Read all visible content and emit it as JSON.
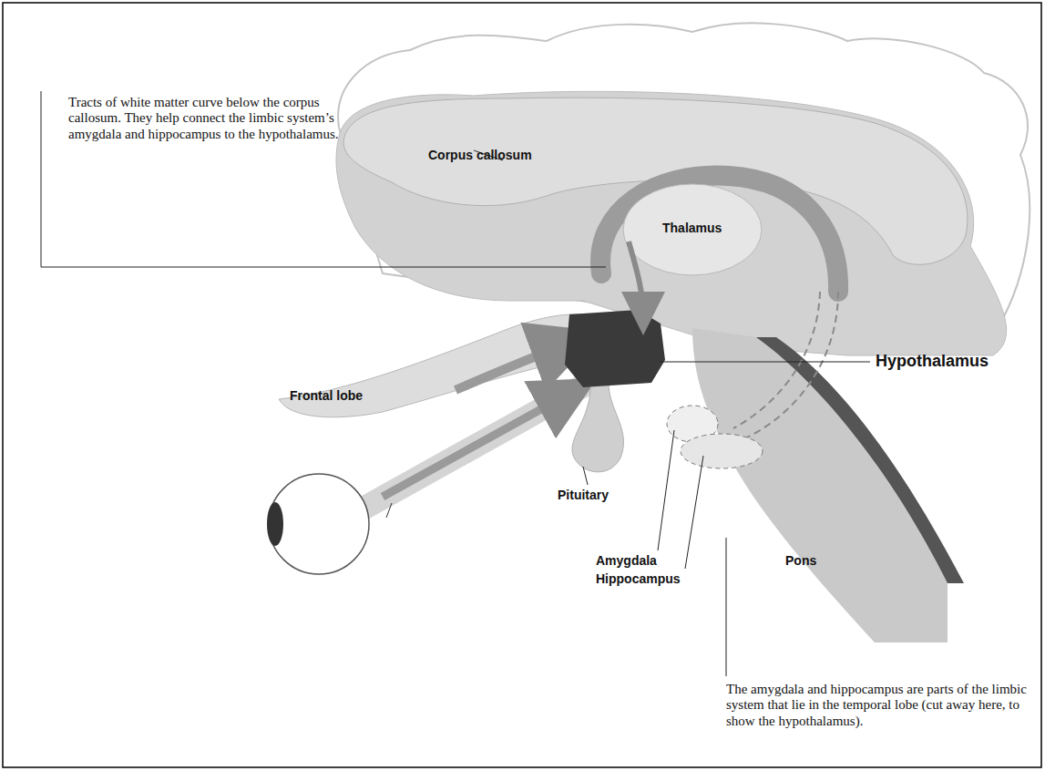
{
  "diagram": {
    "labels": [
      "Tracts of white matter curve below the corpus callosum. They help connect the limbic system’s amygdala and hippocampus to the hypothalamus.",
      "Corpus callosum",
      "Thalamus",
      "Hypothalamus",
      "Frontal lobe",
      "Pituitary",
      "Amygdala",
      "Hippocampus",
      "Pons",
      "The amygdala and hippocampus are parts of the limbic system that lie in the temporal lobe (cut away here, to show the hypothalamus)."
    ]
  }
}
